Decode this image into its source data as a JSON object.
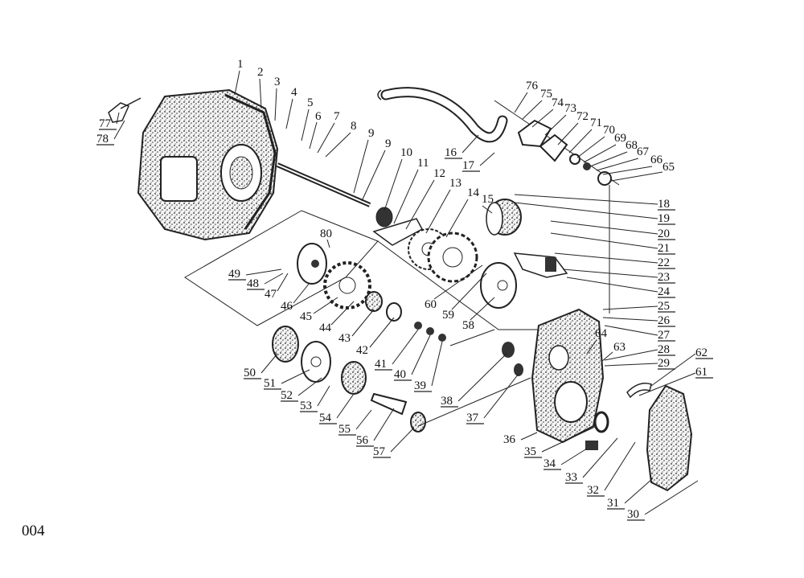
{
  "page_number": "004",
  "labels": [
    "1",
    "2",
    "3",
    "4",
    "5",
    "6",
    "7",
    "8",
    "9",
    "10",
    "11",
    "12",
    "13",
    "14",
    "15",
    "16",
    "17",
    "18",
    "19",
    "20",
    "21",
    "22",
    "23",
    "24",
    "25",
    "26",
    "27",
    "28",
    "29",
    "30",
    "31",
    "32",
    "33",
    "34",
    "35",
    "36",
    "37",
    "38",
    "39",
    "40",
    "41",
    "42",
    "43",
    "44",
    "45",
    "46",
    "47",
    "48",
    "49",
    "50",
    "51",
    "52",
    "53",
    "54",
    "55",
    "56",
    "57",
    "58",
    "59",
    "60",
    "61",
    "62",
    "63",
    "64",
    "65",
    "66",
    "67",
    "68",
    "69",
    "70",
    "71",
    "72",
    "73",
    "74",
    "75",
    "76",
    "77",
    "78",
    "80"
  ]
}
